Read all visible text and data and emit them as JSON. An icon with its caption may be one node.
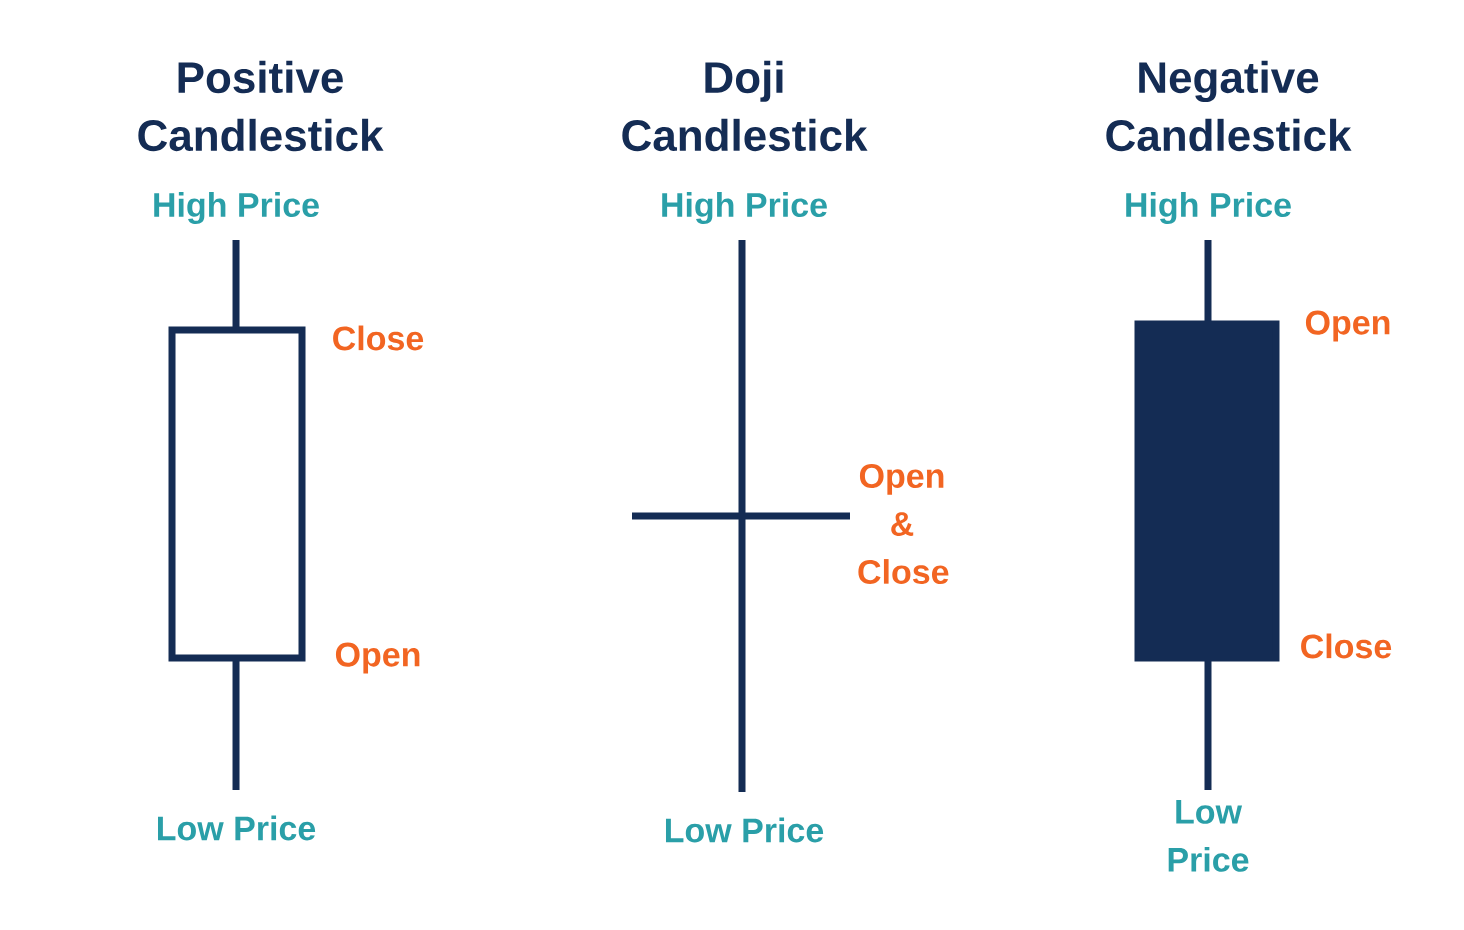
{
  "diagram": {
    "labels": [
      "Positive Candlestick",
      "High Price",
      "Close",
      "Open",
      "Low Price",
      "Doji Candlestick",
      "High Price",
      "Open & Close",
      "Low Price",
      "Negative Candlestick",
      "High Price",
      "Open",
      "Close",
      "Low Price"
    ]
  }
}
